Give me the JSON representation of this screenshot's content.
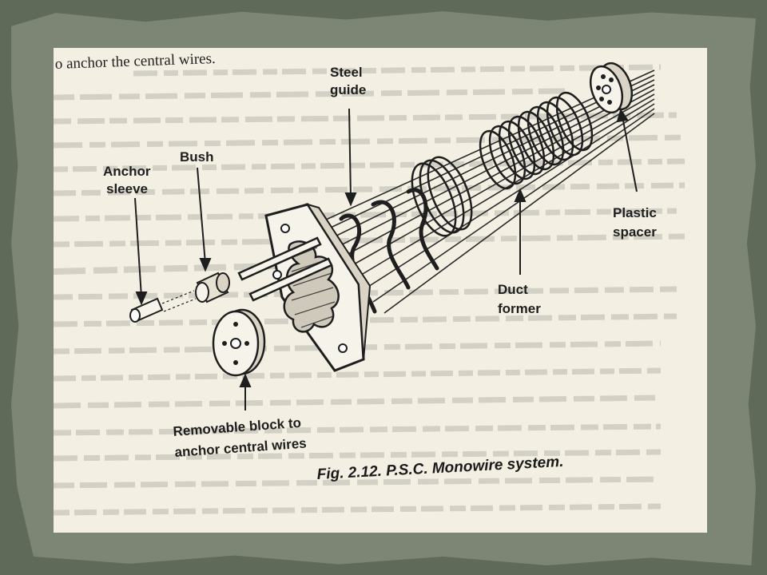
{
  "background_text": {
    "top_line": "o anchor the central wires."
  },
  "labels": {
    "steel_guide": [
      "Steel",
      "guide"
    ],
    "bush": "Bush",
    "anchor_sleeve": [
      "Anchor",
      "sleeve"
    ],
    "plastic_spacer": [
      "Plastic",
      "spacer"
    ],
    "duct_former": [
      "Duct",
      "former"
    ],
    "removable_block": [
      "Removable block to",
      "anchor central wires"
    ]
  },
  "caption": "Fig. 2.12. P.S.C. Monowire system.",
  "colors": {
    "frame_outer": "#5f6b58",
    "frame_inner": "#7d8675",
    "paper": "#f3efe3",
    "ink": "#1e1e1e"
  }
}
